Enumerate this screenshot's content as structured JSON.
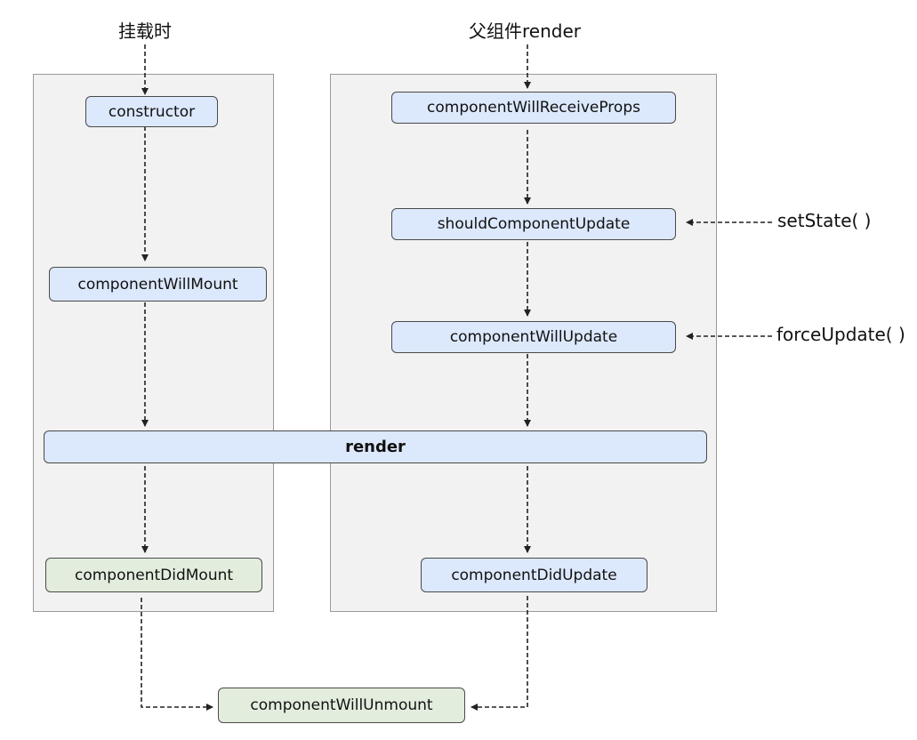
{
  "labels": {
    "mount_trigger": "挂载时",
    "parent_render_trigger": "父组件render",
    "set_state": "setState( )",
    "force_update": "forceUpdate( )"
  },
  "nodes": {
    "constructor": "constructor",
    "component_will_mount": "componentWillMount",
    "render": "render",
    "component_did_mount": "componentDidMount",
    "component_will_receive_props": "componentWillReceiveProps",
    "should_component_update": "shouldComponentUpdate",
    "component_will_update": "componentWillUpdate",
    "component_did_update": "componentDidUpdate",
    "component_will_unmount": "componentWillUnmount"
  },
  "colors": {
    "lifecycle_box": "#dce8fc",
    "terminal_box": "#e2eddd",
    "panel": "#f2f2f2"
  }
}
